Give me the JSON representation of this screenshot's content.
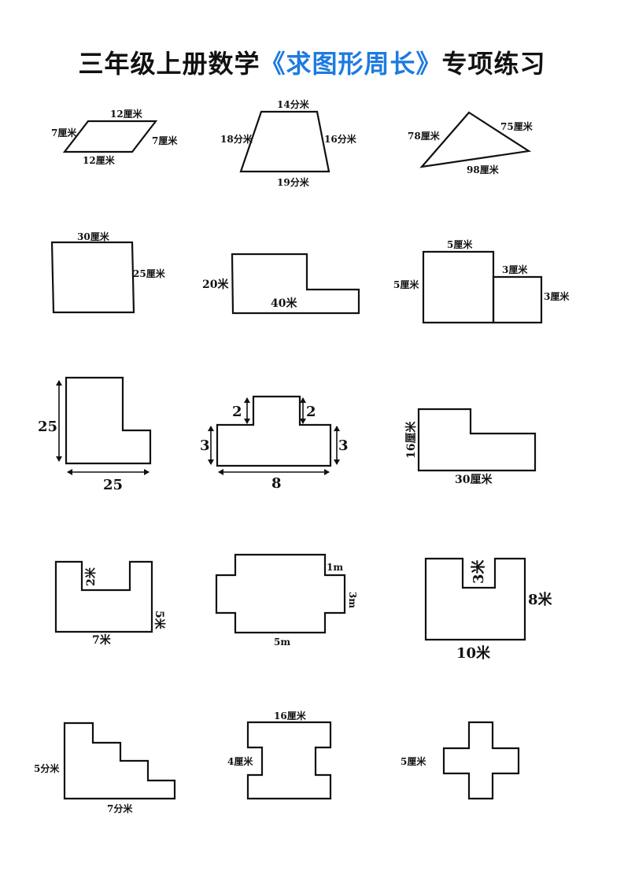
{
  "title": {
    "prefix": "三年级上册数学",
    "highlight": "《求图形周长》",
    "suffix": "专项练习"
  },
  "colors": {
    "highlight": "#1e7be0",
    "ink": "#111111"
  },
  "figures": [
    {
      "id": 1,
      "shape": "parallelogram",
      "labels": {
        "top": "12厘米",
        "left": "7厘米",
        "right": "7厘米",
        "bottom": "12厘米"
      }
    },
    {
      "id": 2,
      "shape": "trapezoid",
      "labels": {
        "top": "14分米",
        "left": "18分米",
        "right": "16分米",
        "bottom": "19分米"
      }
    },
    {
      "id": 3,
      "shape": "triangle",
      "labels": {
        "left": "78厘米",
        "right": "75厘米",
        "bottom": "98厘米"
      }
    },
    {
      "id": 4,
      "shape": "rectangle",
      "labels": {
        "top": "30厘米",
        "right": "25厘米"
      }
    },
    {
      "id": 5,
      "shape": "step-shape",
      "labels": {
        "left": "20米",
        "bottom": "40米"
      }
    },
    {
      "id": 6,
      "shape": "two-squares",
      "labels": {
        "top": "5厘米",
        "left": "5厘米",
        "small_top": "3厘米",
        "small_right": "3厘米"
      }
    },
    {
      "id": 7,
      "shape": "l-shape",
      "labels": {
        "height": "25",
        "width": "25"
      }
    },
    {
      "id": 8,
      "shape": "t-shape",
      "labels": {
        "left_tab": "2",
        "right_tab": "2",
        "left": "3",
        "right": "3",
        "width": "8"
      }
    },
    {
      "id": 9,
      "shape": "step-shape",
      "labels": {
        "left": "16厘米",
        "bottom": "30厘米"
      }
    },
    {
      "id": 10,
      "shape": "u-shape",
      "labels": {
        "notch": "2米",
        "right": "5米",
        "bottom": "7米"
      }
    },
    {
      "id": 11,
      "shape": "cross-octagon",
      "labels": {
        "corner": "1m",
        "right": "3m",
        "bottom": "5m"
      }
    },
    {
      "id": 12,
      "shape": "u-shape",
      "labels": {
        "notch": "3米",
        "right": "8米",
        "bottom": "10米"
      }
    },
    {
      "id": 13,
      "shape": "staircase",
      "labels": {
        "left": "5分米",
        "bottom": "7分米"
      }
    },
    {
      "id": 14,
      "shape": "i-shape",
      "labels": {
        "top": "16厘米",
        "left": "4厘米"
      }
    },
    {
      "id": 15,
      "shape": "cross",
      "labels": {
        "left": "5厘米"
      }
    }
  ]
}
